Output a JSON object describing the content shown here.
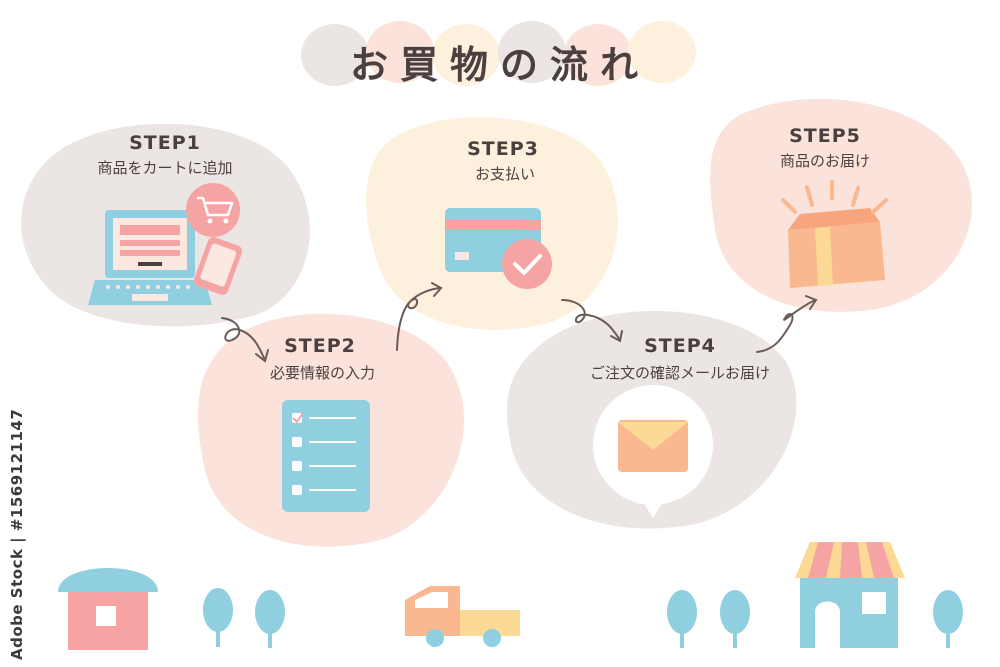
{
  "title": "お買物の流れ",
  "steps": [
    {
      "label": "STEP1",
      "desc": "商品をカートに追加"
    },
    {
      "label": "STEP2",
      "desc": "必要情報の入力"
    },
    {
      "label": "STEP3",
      "desc": "お支払い"
    },
    {
      "label": "STEP4",
      "desc": "ご注文の確認メールお届け"
    },
    {
      "label": "STEP5",
      "desc": "商品のお届け"
    }
  ],
  "watermark": "Adobe Stock | #1569121147",
  "colors": {
    "gray_blob": "#ebe6e4",
    "pink_blob": "#fbe3dc",
    "cream_blob": "#fdf1dd",
    "blue": "#8fcfe0",
    "pink": "#f5a4a3",
    "orange": "#f9b88f",
    "yellow": "#fcd995",
    "text": "#4b3f3f"
  }
}
